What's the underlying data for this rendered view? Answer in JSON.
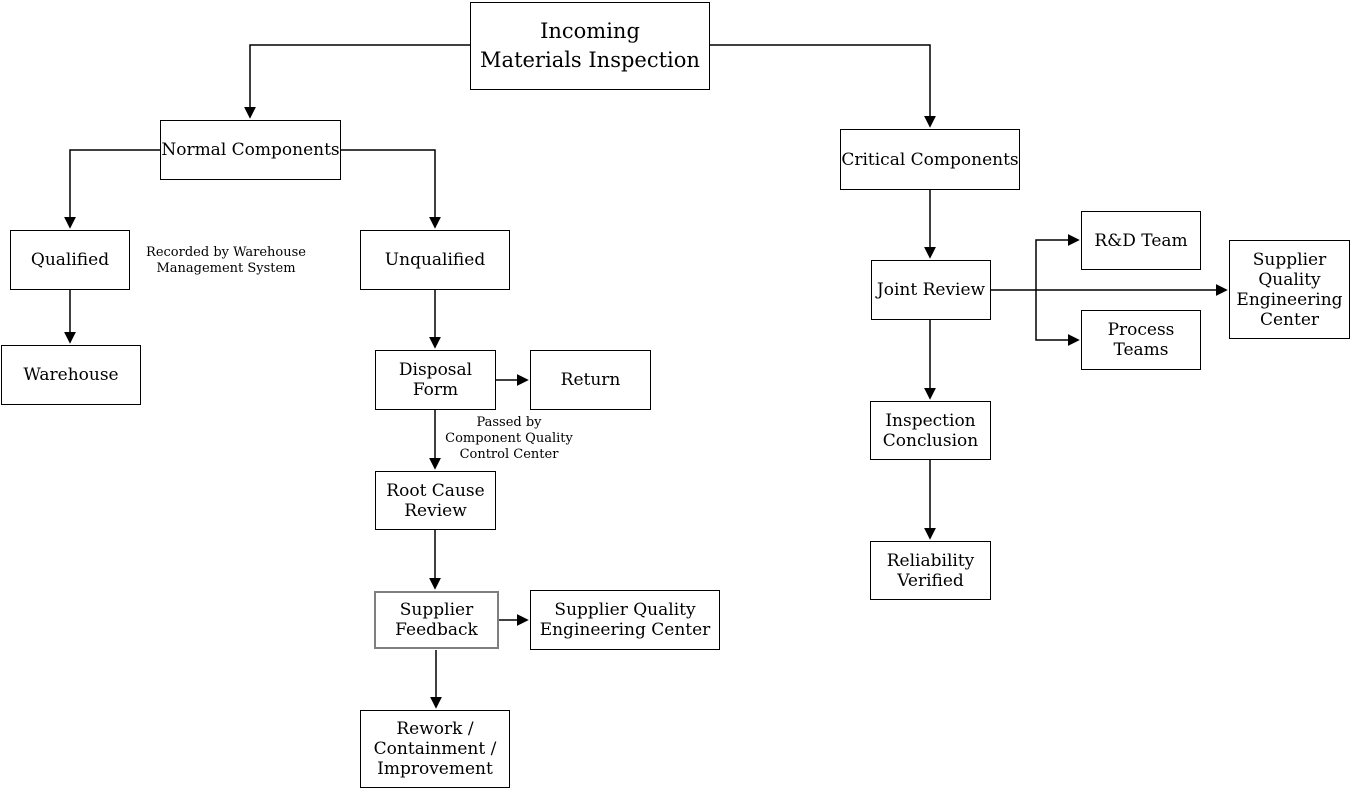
{
  "diagram": {
    "title_node": "Incoming\nMaterials Inspection",
    "nodes": {
      "normal_components": "Normal Components",
      "qualified": "Qualified",
      "warehouse": "Warehouse",
      "unqualified": "Unqualified",
      "disposal_form": "Disposal\nForm",
      "return": "Return",
      "root_cause_review": "Root Cause\nReview",
      "supplier_feedback": "Supplier\nFeedback",
      "supplier_quality_engineering_center": "Supplier Quality\nEngineering Center",
      "rework": "Rework /\nContainment /\nImprovement",
      "critical_components": "Critical Components",
      "joint_review": "Joint Review",
      "rd_team": "R&D Team",
      "process_teams": "Process\nTeams",
      "supplier_quality_engineering_center_right": "Supplier\nQuality\nEngineering\nCenter",
      "inspection_conclusion": "Inspection\nConclusion",
      "reliability_verified": "Reliability\nVerified"
    },
    "annotations": {
      "recorded_by": "Recorded by Warehouse\nManagement System",
      "passed_by": "Passed by\nComponent Quality\nControl Center"
    },
    "edges": [
      {
        "from": "incoming_materials_inspection",
        "to": "normal_components"
      },
      {
        "from": "incoming_materials_inspection",
        "to": "critical_components"
      },
      {
        "from": "normal_components",
        "to": "qualified"
      },
      {
        "from": "normal_components",
        "to": "unqualified"
      },
      {
        "from": "qualified",
        "to": "warehouse"
      },
      {
        "from": "unqualified",
        "to": "disposal_form"
      },
      {
        "from": "disposal_form",
        "to": "return"
      },
      {
        "from": "disposal_form",
        "to": "root_cause_review"
      },
      {
        "from": "root_cause_review",
        "to": "supplier_feedback"
      },
      {
        "from": "supplier_feedback",
        "to": "supplier_quality_engineering_center"
      },
      {
        "from": "supplier_feedback",
        "to": "rework"
      },
      {
        "from": "critical_components",
        "to": "joint_review"
      },
      {
        "from": "joint_review",
        "to": "rd_team"
      },
      {
        "from": "joint_review",
        "to": "process_teams"
      },
      {
        "from": "joint_review",
        "to": "supplier_quality_engineering_center_right"
      },
      {
        "from": "joint_review",
        "to": "inspection_conclusion"
      },
      {
        "from": "inspection_conclusion",
        "to": "reliability_verified"
      }
    ],
    "colors": {
      "background": "#ffffff",
      "line": "#000000",
      "node_border": "#000000",
      "node_fill": "#ffffff",
      "highlight_border": "#7f7f7f",
      "text": "#000000"
    }
  }
}
